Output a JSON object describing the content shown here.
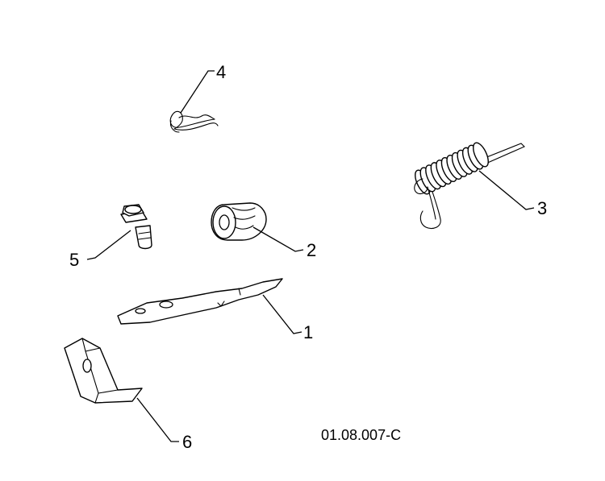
{
  "diagram": {
    "callouts": {
      "c1": "1",
      "c2": "2",
      "c3": "3",
      "c4": "4",
      "c5": "5",
      "c6": "6"
    },
    "drawing_id": "01.08.007-C"
  }
}
